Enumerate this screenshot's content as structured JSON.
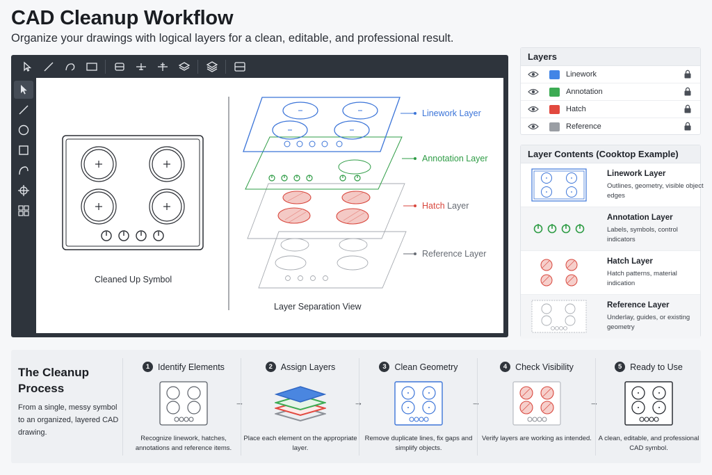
{
  "header": {
    "title": "CAD Cleanup Workflow",
    "subtitle": "Organize your drawings with logical layers for a clean, editable, and professional result."
  },
  "toolbar": {
    "icons": [
      "pointer-icon",
      "line-icon",
      "arc-icon",
      "rectangle-icon",
      "trim-icon",
      "offset-icon",
      "snap-icon",
      "layers-icon",
      "layer-stack-icon",
      "panel-icon"
    ]
  },
  "sidebar": {
    "icons": [
      "select-icon",
      "line-icon",
      "circle-icon",
      "rectangle-icon",
      "arc-icon",
      "crosshair-icon",
      "grid-icon"
    ]
  },
  "canvas": {
    "left_caption": "Cleaned Up Symbol",
    "right_caption": "Layer Separation View",
    "layer_labels": [
      {
        "label": "Linework Layer",
        "color": "#3b74d8"
      },
      {
        "label": "Annotation Layer",
        "color": "#2e9c45"
      },
      {
        "label_colored": "Hatch",
        "label_rest": " Layer",
        "color": "#d8463c"
      },
      {
        "label": "Reference Layer",
        "color": "#666b73"
      }
    ]
  },
  "layers_panel": {
    "title": "Layers",
    "items": [
      {
        "name": "Linework",
        "color": "#4285e6"
      },
      {
        "name": "Annotation",
        "color": "#3cab53"
      },
      {
        "name": "Hatch",
        "color": "#e2493f"
      },
      {
        "name": "Reference",
        "color": "#9a9ea4"
      }
    ]
  },
  "contents_panel": {
    "title": "Layer Contents (Cooktop Example)",
    "items": [
      {
        "title": "Linework Layer",
        "desc": "Outlines, geometry, visible object edges"
      },
      {
        "title": "Annotation Layer",
        "desc": "Labels, symbols, control indicators"
      },
      {
        "title": "Hatch Layer",
        "desc": "Hatch patterns, material indication"
      },
      {
        "title": "Reference Layer",
        "desc": "Underlay, guides, or existing geometry"
      }
    ]
  },
  "process": {
    "title": "The Cleanup Process",
    "desc": "From a single, messy symbol to an organized, layered CAD drawing.",
    "steps": [
      {
        "num": "1",
        "title": "Identify Elements",
        "desc": "Recognize linework, hatches, annotations and reference items."
      },
      {
        "num": "2",
        "title": "Assign Layers",
        "desc": "Place each element on the appropriate layer."
      },
      {
        "num": "3",
        "title": "Clean Geometry",
        "desc": "Remove duplicate lines, fix gaps and simplify objects."
      },
      {
        "num": "4",
        "title": "Check Visibility",
        "desc": "Verify layers are working as intended."
      },
      {
        "num": "5",
        "title": "Ready to Use",
        "desc": "A clean, editable, and professional CAD symbol."
      }
    ],
    "arrow": "→"
  }
}
